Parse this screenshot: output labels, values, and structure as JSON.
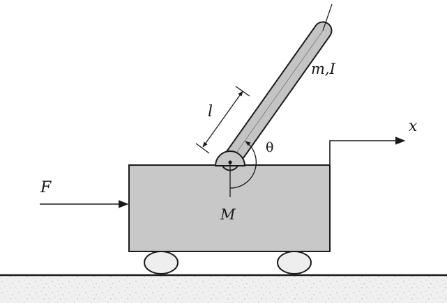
{
  "diagram": {
    "labels": {
      "force": "F",
      "mass_cart": "M",
      "pole_mass_inertia": "m,I",
      "pole_length": "l",
      "angle": "θ",
      "position_axis": "x"
    },
    "colors": {
      "cart_fill": "#c8c8c8",
      "pole_fill": "#c4c4c4",
      "wheel_fill": "#eeeeee",
      "ground_fill": "#f0f0f0",
      "ink": "#1a1a1a"
    }
  }
}
